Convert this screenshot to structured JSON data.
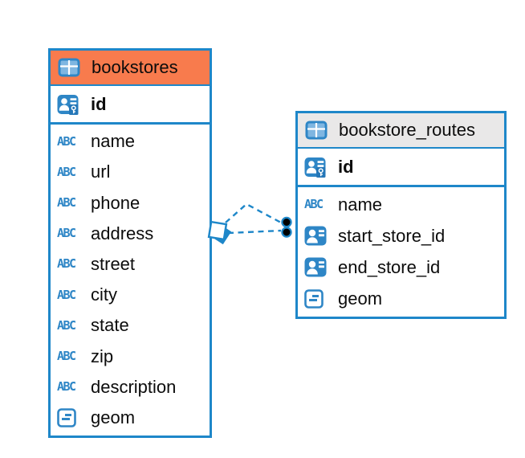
{
  "icons": {
    "text_type_label": "ABC"
  },
  "colors": {
    "accent_blue": "#1E87C9",
    "icon_blue": "#2E86C6",
    "bookstores_header": "#F87B4D",
    "routes_header": "#E9E8E8",
    "text": "#0C0C0C",
    "background": "#FFFFFF",
    "relationship_dot": "#000000"
  },
  "tables": [
    {
      "name": "bookstores",
      "header_style": "orange",
      "primary_key": {
        "name": "id",
        "type": "primary-key"
      },
      "columns": [
        {
          "name": "name",
          "type": "text"
        },
        {
          "name": "url",
          "type": "text"
        },
        {
          "name": "phone",
          "type": "text"
        },
        {
          "name": "address",
          "type": "text"
        },
        {
          "name": "street",
          "type": "text"
        },
        {
          "name": "city",
          "type": "text"
        },
        {
          "name": "state",
          "type": "text"
        },
        {
          "name": "zip",
          "type": "text"
        },
        {
          "name": "description",
          "type": "text"
        },
        {
          "name": "geom",
          "type": "geometry"
        }
      ]
    },
    {
      "name": "bookstore_routes",
      "header_style": "gray",
      "primary_key": {
        "name": "id",
        "type": "primary-key"
      },
      "columns": [
        {
          "name": "name",
          "type": "text"
        },
        {
          "name": "start_store_id",
          "type": "reference"
        },
        {
          "name": "end_store_id",
          "type": "reference"
        },
        {
          "name": "geom",
          "type": "geometry"
        }
      ]
    }
  ],
  "relationship": {
    "from_table": "bookstore_routes",
    "to_table": "bookstores",
    "line_style": "dashed",
    "endpoint_left": "rotated-square-marker",
    "endpoint_right": "two-dots"
  }
}
